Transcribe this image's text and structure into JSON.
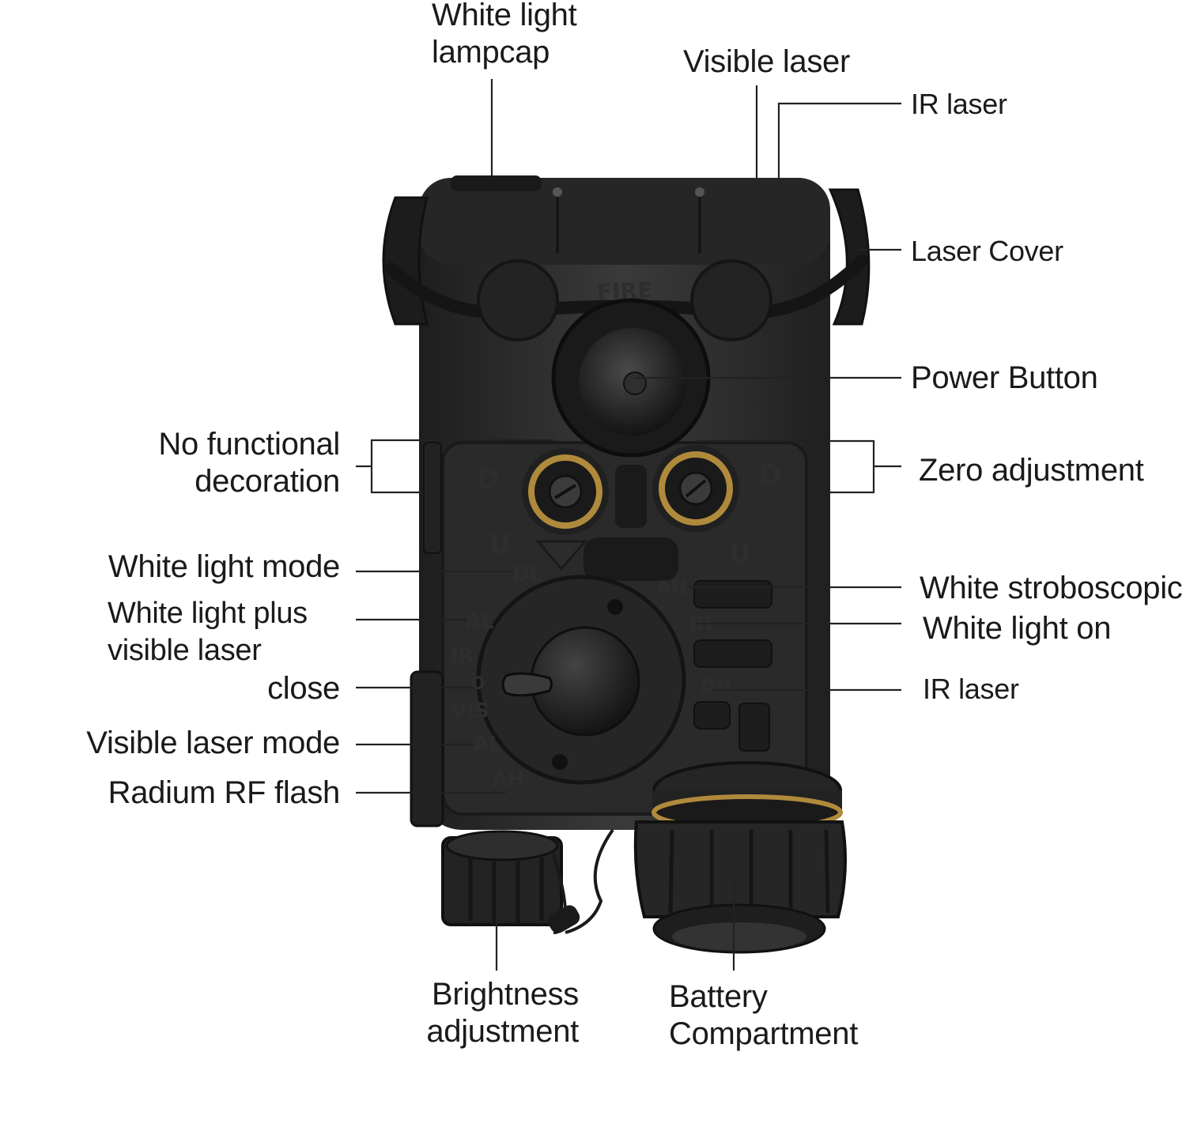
{
  "labels": {
    "white_light_lampcap": [
      "White light",
      "lampcap"
    ],
    "visible_laser": "Visible laser",
    "ir_laser_top": "IR laser",
    "laser_cover": "Laser Cover",
    "power_button": "Power Button",
    "zero_adjustment": "Zero adjustment",
    "no_functional_decoration": [
      "No functional",
      "decoration"
    ],
    "white_light_mode": "White light mode",
    "white_light_plus_visible_laser": [
      "White light plus",
      "visible laser"
    ],
    "close": "close",
    "visible_laser_mode": "Visible laser mode",
    "radium_rf_flash": "Radium RF flash",
    "white_stroboscopic": "White stroboscopic",
    "white_light_on": "White light on",
    "ir_laser_side": "IR laser",
    "brightness_adjustment": [
      "Brightness",
      "adjustment"
    ],
    "battery_compartment": [
      "Battery",
      "Compartment"
    ]
  },
  "device_markings": {
    "fire": "FIRE",
    "d_left": "D",
    "d_right": "D",
    "u_left": "U",
    "u_right": "U",
    "dl": "DL",
    "al_top": "AL",
    "ir": "IR",
    "o": "O",
    "vis": "VIS",
    "al_bottom": "AL",
    "ah_bottom": "AH",
    "ah_right": "AH",
    "ih": "IH",
    "dh": "DH"
  },
  "colors": {
    "device_body": "#2b2b2b",
    "brass": "#b08a3c",
    "callout_line": "#222222"
  }
}
